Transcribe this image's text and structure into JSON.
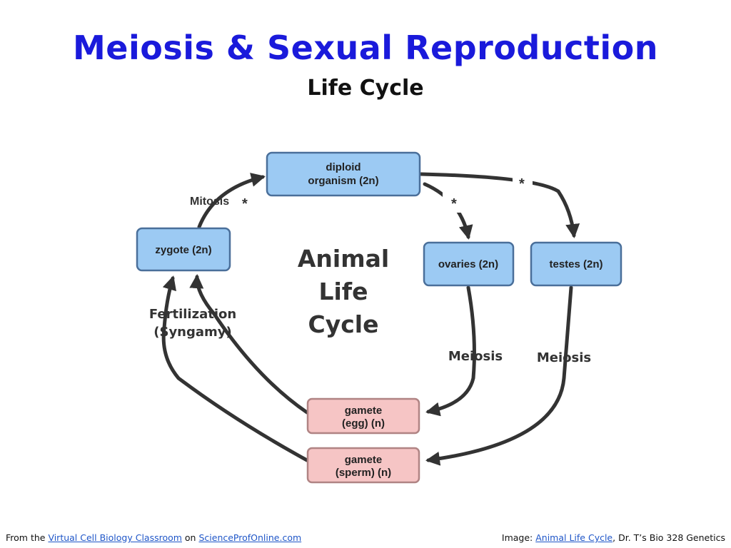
{
  "slide": {
    "title": "Meiosis & Sexual Reproduction",
    "subtitle": "Life Cycle"
  },
  "diagram": {
    "center_label": [
      "Animal",
      "Life",
      "Cycle"
    ],
    "nodes": {
      "diploid": [
        "diploid",
        "organism (2n)"
      ],
      "zygote": [
        "zygote (2n)"
      ],
      "ovaries": [
        "ovaries (2n)"
      ],
      "testes": [
        "testes (2n)"
      ],
      "egg": [
        "gamete",
        "(egg) (n)"
      ],
      "sperm": [
        "gamete",
        "(sperm) (n)"
      ]
    },
    "labels": {
      "mitosis": "Mitosis",
      "fertilization": [
        "Fertilization",
        "(Syngamy)"
      ],
      "meiosis_left": "Meiosis",
      "meiosis_right": "Meiosis",
      "asterisk": "*"
    },
    "colors": {
      "blue_box": "#9ccaf3",
      "blue_border": "#4a6f9a",
      "pink_box": "#f6c5c5",
      "pink_border": "#b08484",
      "arrow": "#333333"
    }
  },
  "footer": {
    "left_prefix": "From the ",
    "left_link1": "Virtual Cell Biology Classroom",
    "left_mid": " on ",
    "left_link2": "ScienceProfOnline.com",
    "right_prefix": "Image: ",
    "right_link": "Animal Life Cycle",
    "right_suffix": ", Dr. T’s Bio 328 Genetics"
  }
}
